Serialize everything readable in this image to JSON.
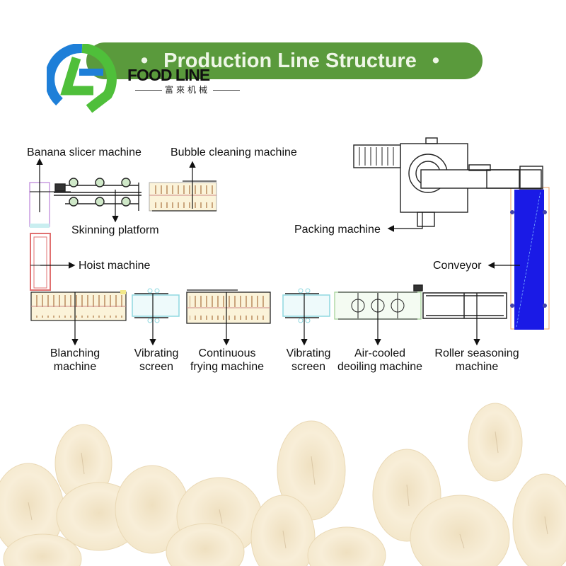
{
  "header": {
    "title": "Production Line Structure",
    "bullet": "•",
    "brand_name": "FOOD LINE",
    "brand_subtitle": "富來机械"
  },
  "machines": {
    "banana_slicer": "Banana slicer machine",
    "bubble_cleaning": "Bubble cleaning machine",
    "skinning_platform": "Skinning platform",
    "hoist": "Hoist machine",
    "packing": "Packing machine",
    "conveyor": "Conveyor",
    "blanching": [
      "Blanching",
      "machine"
    ],
    "vibrating_screen_1": [
      "Vibrating",
      "screen"
    ],
    "continuous_frying": [
      "Continuous",
      "frying machine"
    ],
    "vibrating_screen_2": [
      "Vibrating",
      "screen"
    ],
    "air_cooled_deoiling": [
      "Air-cooled",
      "deoiling machine"
    ],
    "roller_seasoning": [
      "Roller seasoning",
      "machine"
    ]
  },
  "colors": {
    "banner": "#5a9a3c",
    "banner_text": "#eef6e6",
    "conveyor_blue": "#1a1ae6",
    "tank_fill": "#fbf3d9",
    "tank_lines": "#b07a4a",
    "screen_cyan": "#8fd8e0",
    "hoist_red": "#e07070",
    "chip_color": "#f7ecd3"
  }
}
